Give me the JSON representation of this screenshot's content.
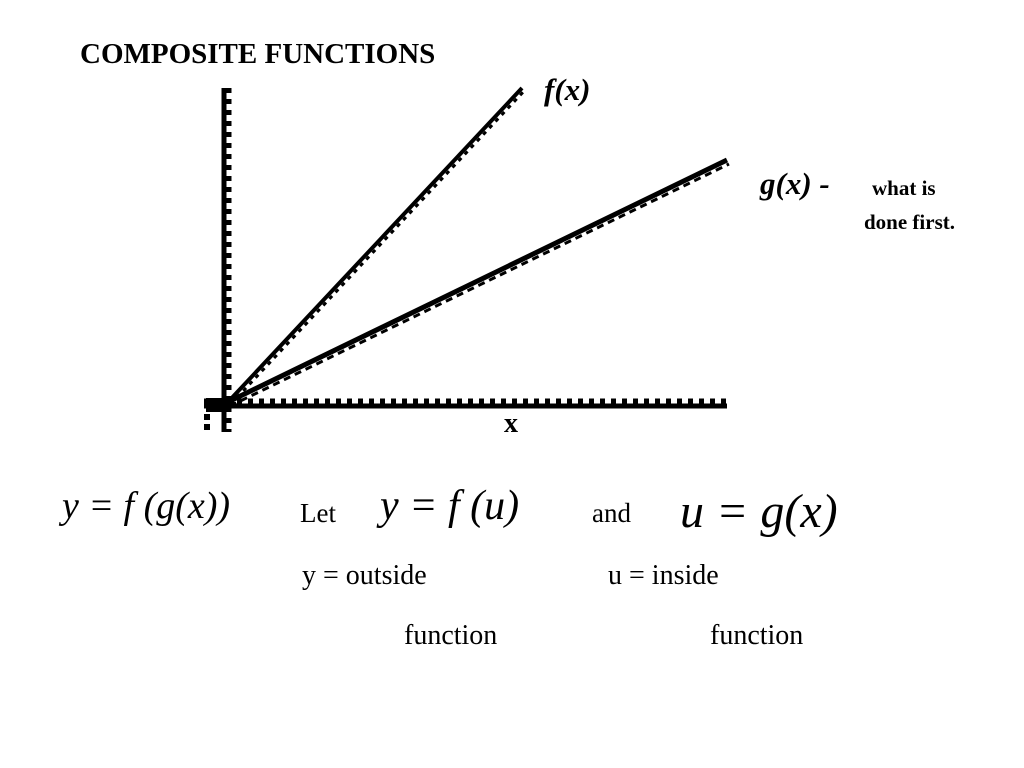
{
  "title": "COMPOSITE FUNCTIONS",
  "graph": {
    "f_label": "f(x)",
    "g_label": "g(x) -",
    "g_note_line1": "what is",
    "g_note_line2": "done first.",
    "x_axis_label": "x"
  },
  "equations": {
    "main": "y = f (g(x))",
    "let_word": "Let",
    "let_eq": "y = f (u)",
    "and_word": "and",
    "u_eq": "u = g(x)"
  },
  "descriptions": {
    "y_line1": "y = outside",
    "y_line2": "function",
    "u_line1": "u = inside",
    "u_line2": "function"
  }
}
